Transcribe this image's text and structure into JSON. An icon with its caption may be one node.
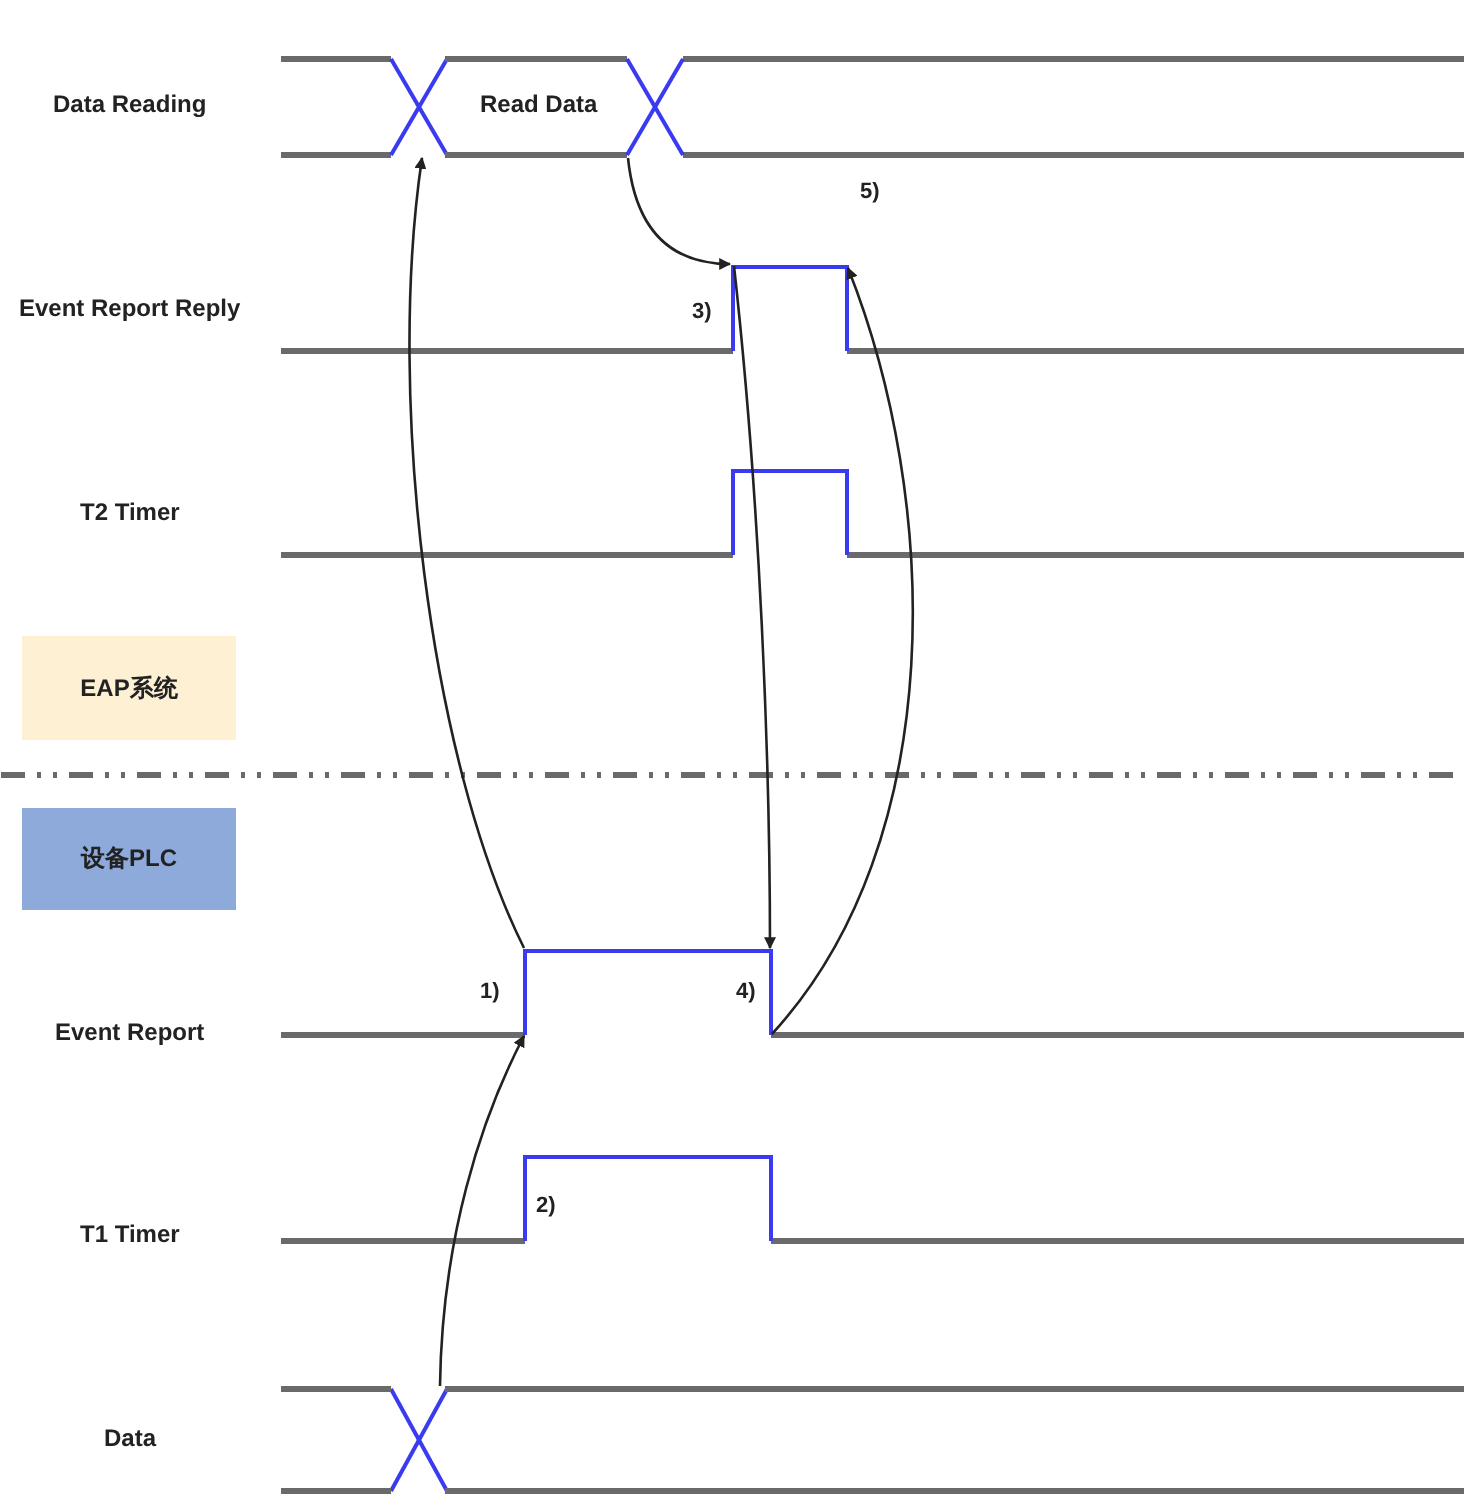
{
  "diagram": {
    "nodes": [
      {
        "text": [
          "Read Data"
        ]
      },
      {
        "text": [],
        "shape": "picture"
      },
      {
        "text": [
          "EAP系统"
        ]
      },
      {
        "text": [
          "设备PLC"
        ]
      },
      {
        "text": [],
        "shape": "picture"
      },
      {
        "text": [],
        "shape": "picture"
      }
    ],
    "edges": [
      {
        "from": 5,
        "to": 4,
        "arrow": "to"
      },
      {
        "from": 4,
        "to": 0,
        "arrow": "to"
      },
      {
        "from": 0,
        "to": 1,
        "arrow": "to"
      },
      {
        "from": 1,
        "to": 4,
        "arrow": "to"
      },
      {
        "from": 4,
        "to": 1,
        "arrow": "to"
      }
    ],
    "labels": [
      "Data Reading",
      "5)",
      "Event Report Reply",
      "3)",
      "T2 Timer",
      "1)",
      "4)",
      "Event Report",
      "2)",
      "T1 Timer",
      "Data"
    ]
  }
}
